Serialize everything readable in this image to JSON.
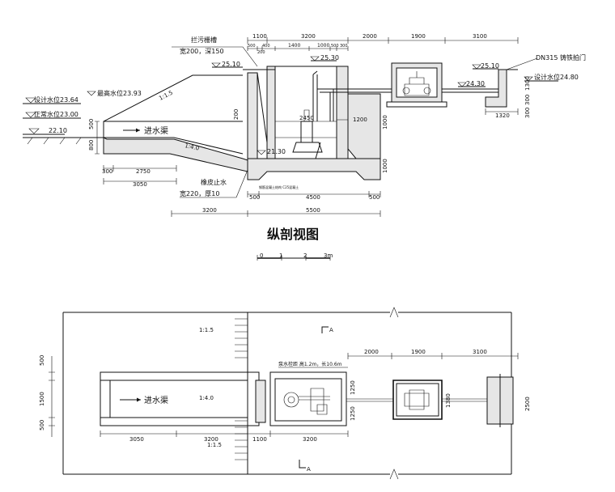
{
  "section": {
    "title": "纵剖视图",
    "scale_ticks": [
      "0",
      "1",
      "2",
      "3m"
    ],
    "labels": {
      "trash_rack": "拦污栅槽",
      "trash_rack_size": "宽200，深150",
      "inlet_channel": "进水渠",
      "rubber_stop": "橡皮止水",
      "rubber_stop_size": "宽220，厚10",
      "outlet_pipe": "DN315 铸铁拍门",
      "small_note": "钢筋混凝土结构 C25混凝土"
    },
    "levels": {
      "design_water_left": "设计水位23.64",
      "highest_water": "最高水位23.93",
      "normal_water": "正常水位23.00",
      "ground_left": "22.10",
      "top_left": "25.10",
      "top_right": "25.30",
      "out_top": "25.10",
      "out_mid": "24.30",
      "design_water_right": "设计水位24.80",
      "bottom": "21.30"
    },
    "slopes": {
      "upper": "1:1.5",
      "lower": "1:4.0"
    },
    "dims_top": [
      "1100",
      "3200",
      "2000",
      "1900",
      "3100"
    ],
    "dims_sub": [
      "500",
      "200",
      "400",
      "1400",
      "1000",
      "500",
      "300"
    ],
    "dims_inner": [
      "2450",
      "1200"
    ],
    "dims_bottom": [
      "300",
      "2750",
      "3050",
      "500",
      "4500",
      "500",
      "3200",
      "5500"
    ],
    "dims_left_vertical": [
      "500",
      "800"
    ],
    "dims_right_vertical": [
      "1300",
      "300",
      "1320",
      "300"
    ],
    "dims_well_vertical": [
      "200",
      "1000",
      "1000"
    ]
  },
  "plan": {
    "labels": {
      "inlet_channel": "进水渠",
      "slope_upper": "1:1.5",
      "slope_lower": "1:4.0",
      "slope_bottom": "1:1.5",
      "pump_note": "泵水栓距 高1.2m，长10.6m",
      "cut_top": "A",
      "cut_bottom": "A"
    },
    "dims_top": [
      "2000",
      "1900",
      "3100"
    ],
    "dims_bottom": [
      "3050",
      "3200",
      "1100",
      "3200"
    ],
    "dims_left": [
      "500",
      "1500",
      "500"
    ],
    "dims_mid": [
      "1250",
      "1250"
    ],
    "dims_right": [
      "1380",
      "2500"
    ]
  }
}
